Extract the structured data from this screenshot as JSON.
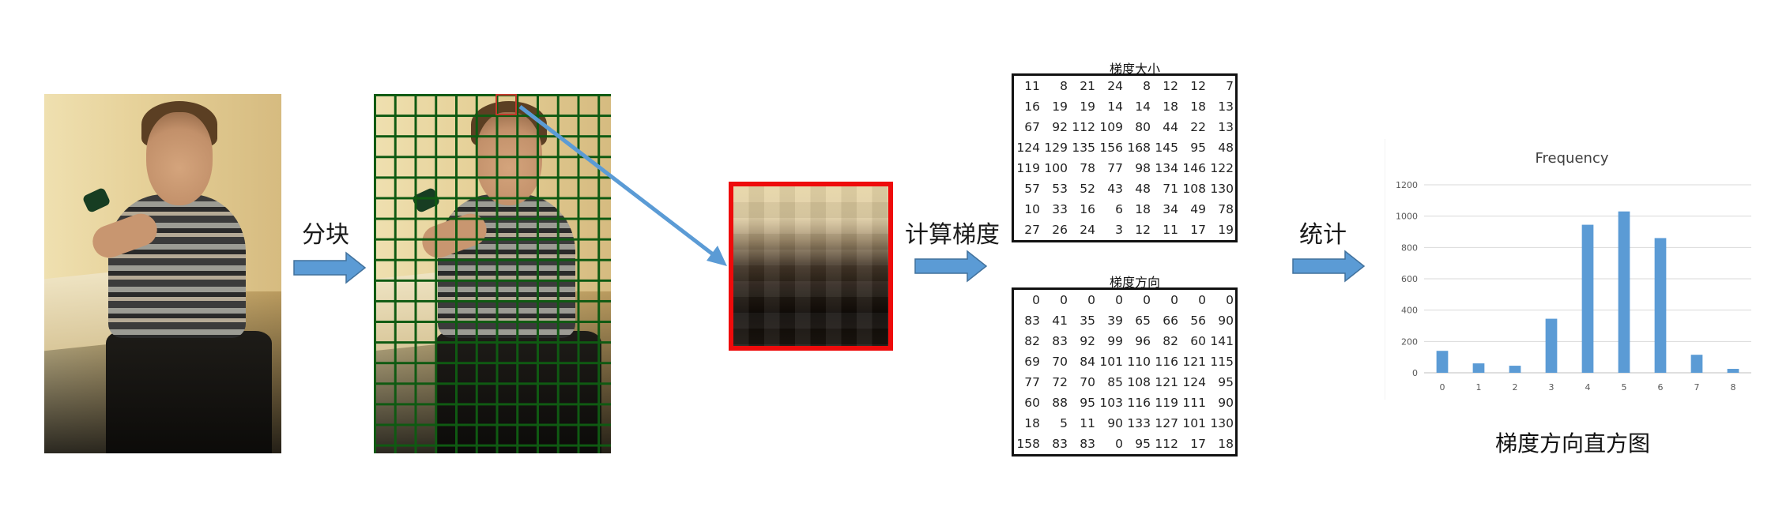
{
  "steps": {
    "split_label": "分块",
    "gradient_label": "计算梯度",
    "stats_label": "统计"
  },
  "matrices": {
    "magnitude": {
      "title": "梯度大小",
      "rows": [
        [
          11,
          8,
          21,
          24,
          8,
          12,
          12,
          7
        ],
        [
          16,
          19,
          19,
          14,
          14,
          18,
          18,
          13
        ],
        [
          67,
          92,
          112,
          109,
          80,
          44,
          22,
          13
        ],
        [
          124,
          129,
          135,
          156,
          168,
          145,
          95,
          48
        ],
        [
          119,
          100,
          78,
          77,
          98,
          134,
          146,
          122
        ],
        [
          57,
          53,
          52,
          43,
          48,
          71,
          108,
          130
        ],
        [
          10,
          33,
          16,
          6,
          18,
          34,
          49,
          78
        ],
        [
          27,
          26,
          24,
          3,
          12,
          11,
          17,
          19
        ]
      ]
    },
    "direction": {
      "title": "梯度方向",
      "rows": [
        [
          0,
          0,
          0,
          0,
          0,
          0,
          0,
          0
        ],
        [
          83,
          41,
          35,
          39,
          65,
          66,
          56,
          90
        ],
        [
          82,
          83,
          92,
          99,
          96,
          82,
          60,
          141
        ],
        [
          69,
          70,
          84,
          101,
          110,
          116,
          121,
          115
        ],
        [
          77,
          72,
          70,
          85,
          108,
          121,
          124,
          95
        ],
        [
          60,
          88,
          95,
          103,
          116,
          119,
          111,
          90
        ],
        [
          18,
          5,
          11,
          90,
          133,
          127,
          101,
          130
        ],
        [
          158,
          83,
          83,
          0,
          95,
          112,
          17,
          18
        ]
      ]
    }
  },
  "chart_data": {
    "type": "bar",
    "title": "Frequency",
    "categories": [
      "0",
      "1",
      "2",
      "3",
      "4",
      "5",
      "6",
      "7",
      "8"
    ],
    "values": [
      140,
      60,
      45,
      345,
      945,
      1030,
      860,
      115,
      25
    ],
    "ylim": [
      0,
      1200
    ],
    "yticks": [
      0,
      200,
      400,
      600,
      800,
      1000,
      1200
    ],
    "grid": true,
    "bar_color": "#5b9bd5"
  },
  "caption": "梯度方向直方图",
  "colors": {
    "arrow": "#5b9bd5",
    "grid": "#0f5a12",
    "highlight": "#ee0b0b"
  }
}
